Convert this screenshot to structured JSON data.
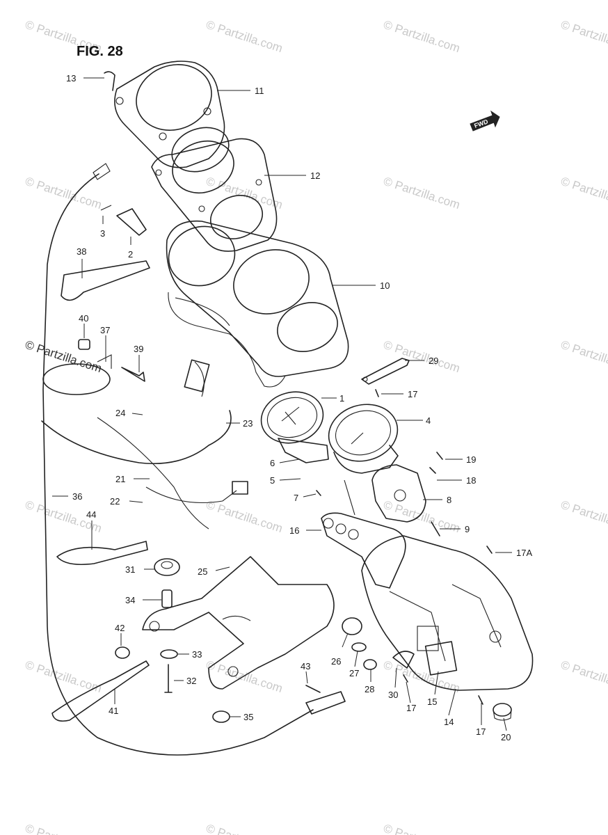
{
  "figure": {
    "title": "FIG. 28"
  },
  "forward_marker": {
    "label": "FWD",
    "icon": "forward-arrow-icon"
  },
  "watermark": {
    "text": "© Partzilla.com"
  },
  "callouts": [
    {
      "id": "c13",
      "label": "13"
    },
    {
      "id": "c11",
      "label": "11"
    },
    {
      "id": "c12",
      "label": "12"
    },
    {
      "id": "c3",
      "label": "3"
    },
    {
      "id": "c2",
      "label": "2"
    },
    {
      "id": "c38",
      "label": "38"
    },
    {
      "id": "c10",
      "label": "10"
    },
    {
      "id": "c40",
      "label": "40"
    },
    {
      "id": "c37",
      "label": "37"
    },
    {
      "id": "c39",
      "label": "39"
    },
    {
      "id": "c29",
      "label": "29"
    },
    {
      "id": "c17a",
      "label": "17"
    },
    {
      "id": "c1",
      "label": "1"
    },
    {
      "id": "c24",
      "label": "24"
    },
    {
      "id": "c23",
      "label": "23"
    },
    {
      "id": "c4",
      "label": "4"
    },
    {
      "id": "c6",
      "label": "6"
    },
    {
      "id": "c19",
      "label": "19"
    },
    {
      "id": "c5",
      "label": "5"
    },
    {
      "id": "c21",
      "label": "21"
    },
    {
      "id": "c18",
      "label": "18"
    },
    {
      "id": "c7",
      "label": "7"
    },
    {
      "id": "c36",
      "label": "36"
    },
    {
      "id": "c8",
      "label": "8"
    },
    {
      "id": "c22",
      "label": "22"
    },
    {
      "id": "c44",
      "label": "44"
    },
    {
      "id": "c16",
      "label": "16"
    },
    {
      "id": "c9",
      "label": "9"
    },
    {
      "id": "c17A",
      "label": "17A"
    },
    {
      "id": "c31",
      "label": "31"
    },
    {
      "id": "c25",
      "label": "25"
    },
    {
      "id": "c34",
      "label": "34"
    },
    {
      "id": "c42",
      "label": "42"
    },
    {
      "id": "c33",
      "label": "33"
    },
    {
      "id": "c26",
      "label": "26"
    },
    {
      "id": "c27",
      "label": "27"
    },
    {
      "id": "c43",
      "label": "43"
    },
    {
      "id": "c32",
      "label": "32"
    },
    {
      "id": "c28",
      "label": "28"
    },
    {
      "id": "c35",
      "label": "35"
    },
    {
      "id": "c30",
      "label": "30"
    },
    {
      "id": "c15",
      "label": "15"
    },
    {
      "id": "c17b",
      "label": "17"
    },
    {
      "id": "c41",
      "label": "41"
    },
    {
      "id": "c14",
      "label": "14"
    },
    {
      "id": "c17c",
      "label": "17"
    },
    {
      "id": "c20",
      "label": "20"
    }
  ]
}
